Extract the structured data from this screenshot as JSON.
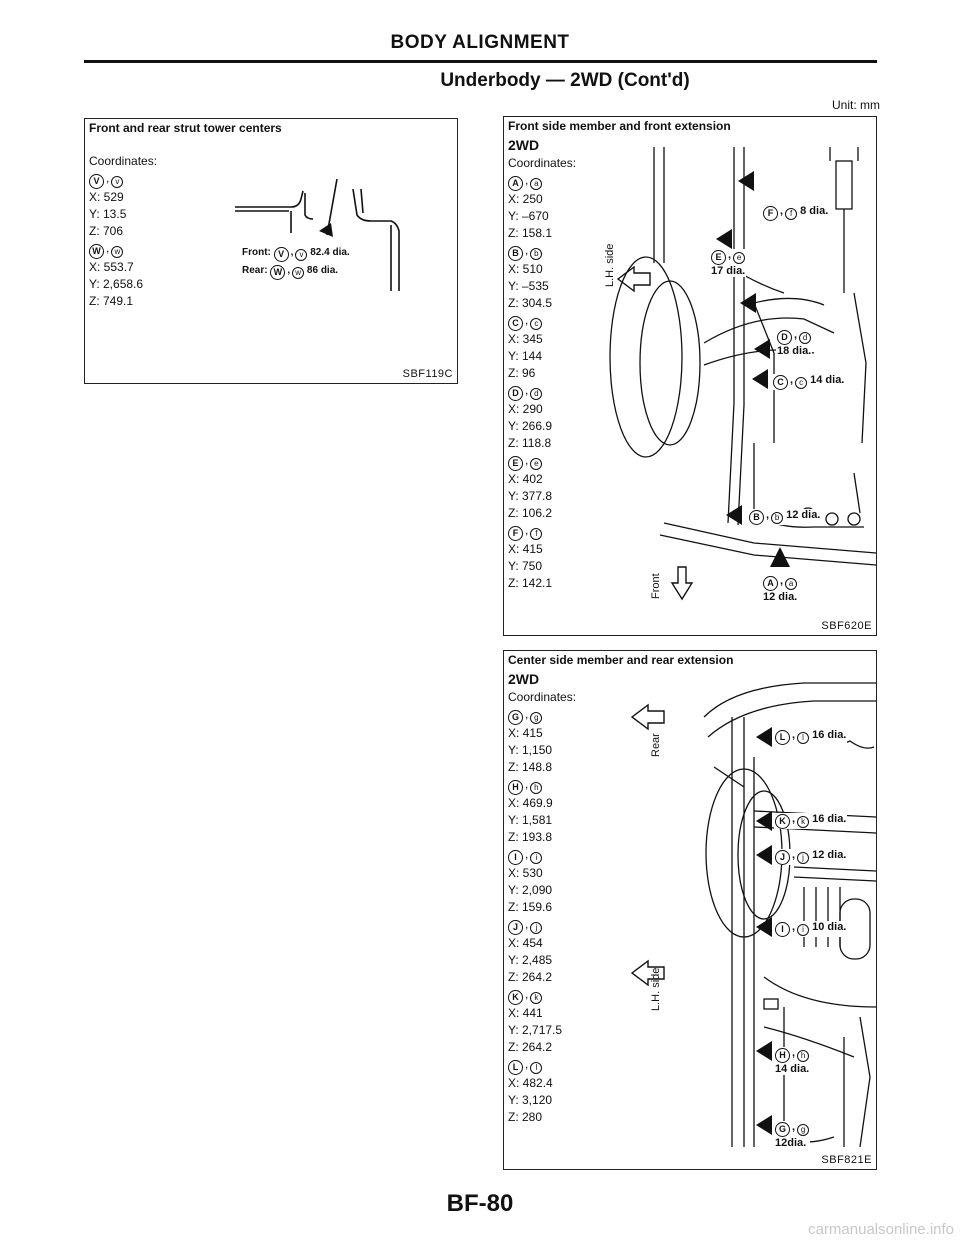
{
  "header": {
    "title": "BODY ALIGNMENT",
    "subtitle": "Underbody — 2WD (Cont'd)",
    "unit": "Unit: mm"
  },
  "panel_tower": {
    "title": "Front and rear strut tower centers",
    "caption": "Coordinates:",
    "points": [
      {
        "upper": "V",
        "lower": "v",
        "x": "X: 529",
        "y": "Y: 13.5",
        "z": "Z: 706"
      },
      {
        "upper": "W",
        "lower": "w",
        "x": "X: 553.7",
        "y": "Y: 2,658.6",
        "z": "Z: 749.1"
      }
    ],
    "callouts": [
      {
        "prefix": "Front:",
        "upper": "V",
        "lower": "v",
        "size": "82.4 dia."
      },
      {
        "prefix": "Rear:",
        "upper": "W",
        "lower": "w",
        "size": "86 dia."
      }
    ],
    "fig_code": "SBF119C"
  },
  "panel_front": {
    "title": "Front side member and front extension",
    "sub": "2WD",
    "caption": "Coordinates:",
    "points": [
      {
        "upper": "A",
        "lower": "a",
        "x": "X: 250",
        "y": "Y: –670",
        "z": "Z: 158.1"
      },
      {
        "upper": "B",
        "lower": "b",
        "x": "X: 510",
        "y": "Y: –535",
        "z": "Z: 304.5"
      },
      {
        "upper": "C",
        "lower": "c",
        "x": "X: 345",
        "y": "Y: 144",
        "z": "Z: 96"
      },
      {
        "upper": "D",
        "lower": "d",
        "x": "X: 290",
        "y": "Y: 266.9",
        "z": "Z: 118.8"
      },
      {
        "upper": "E",
        "lower": "e",
        "x": "X: 402",
        "y": "Y: 377.8",
        "z": "Z: 106.2"
      },
      {
        "upper": "F",
        "lower": "f",
        "x": "X: 415",
        "y": "Y: 750",
        "z": "Z: 142.1"
      }
    ],
    "callouts": {
      "f": "8 dia.",
      "e": "17 dia.",
      "d": "18 dia.",
      "c": "14 dia.",
      "b": "12 dia.",
      "a": "12 dia."
    },
    "side_label": "L.H. side",
    "front_label": "Front",
    "fig_code": "SBF620E"
  },
  "panel_center": {
    "title": "Center side member and rear extension",
    "sub": "2WD",
    "caption": "Coordinates:",
    "points": [
      {
        "upper": "G",
        "lower": "g",
        "x": "X: 415",
        "y": "Y: 1,150",
        "z": "Z: 148.8"
      },
      {
        "upper": "H",
        "lower": "h",
        "x": "X: 469.9",
        "y": "Y: 1,581",
        "z": "Z: 193.8"
      },
      {
        "upper": "I",
        "lower": "i",
        "x": "X: 530",
        "y": "Y: 2,090",
        "z": "Z: 159.6"
      },
      {
        "upper": "J",
        "lower": "j",
        "x": "X: 454",
        "y": "Y: 2,485",
        "z": "Z: 264.2"
      },
      {
        "upper": "K",
        "lower": "k",
        "x": "X: 441",
        "y": "Y: 2,717.5",
        "z": "Z: 264.2"
      },
      {
        "upper": "L",
        "lower": "l",
        "x": "X: 482.4",
        "y": "Y: 3,120",
        "z": "Z: 280"
      }
    ],
    "callouts": {
      "l": "16 dia.",
      "k": "16 dia.",
      "j": "12 dia.",
      "i": "10 dia.",
      "h": "14 dia.",
      "g": "12dia."
    },
    "rear_label": "Rear",
    "side_label": "L.H. side",
    "fig_code": "SBF821E"
  },
  "footer": {
    "page_number": "BF-80",
    "watermark": "carmanualsonline.info"
  }
}
